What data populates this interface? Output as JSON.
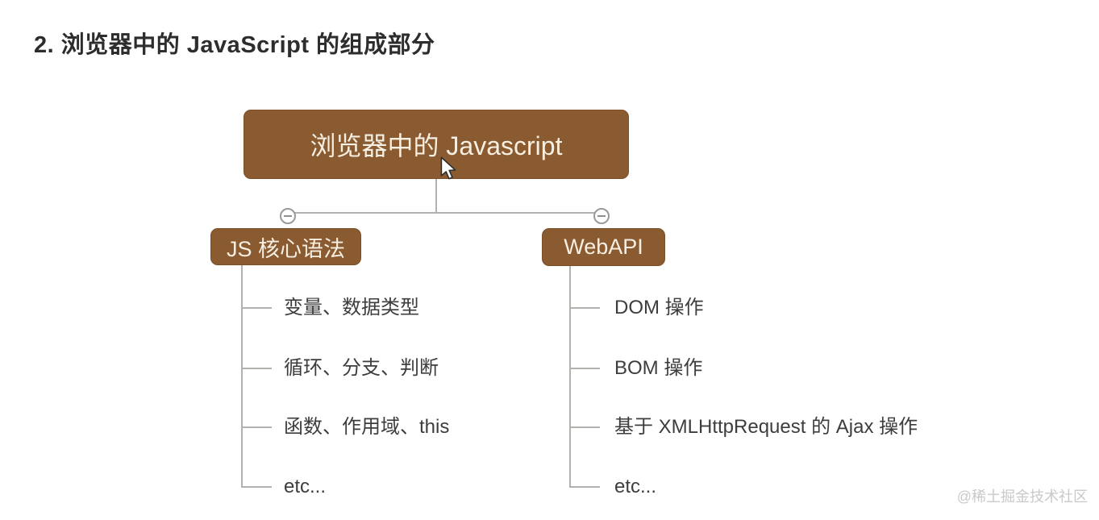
{
  "page": {
    "heading": "2. 浏览器中的 JavaScript 的组成部分",
    "watermark": "@稀土掘金技术社区"
  },
  "mindmap": {
    "root": "浏览器中的 Javascript",
    "branches": [
      {
        "label": "JS 核心语法",
        "children": [
          "变量、数据类型",
          "循环、分支、判断",
          "函数、作用域、this",
          "etc..."
        ]
      },
      {
        "label": "WebAPI",
        "children": [
          "DOM 操作",
          "BOM 操作",
          "基于 XMLHttpRequest 的 Ajax 操作",
          "etc..."
        ]
      }
    ]
  },
  "icons": {
    "collapse_left": "minus-collapse-icon",
    "collapse_right": "minus-collapse-icon",
    "cursor": "mouse-pointer-icon"
  },
  "colors": {
    "node_fill": "#8a5a30",
    "node_border": "#7c4f27",
    "node_text": "#f6efe2",
    "connector": "#b3b1ae",
    "item_text": "#3d3d3d",
    "heading_text": "#2d2d2d",
    "watermark_text": "#c9c9c9"
  }
}
